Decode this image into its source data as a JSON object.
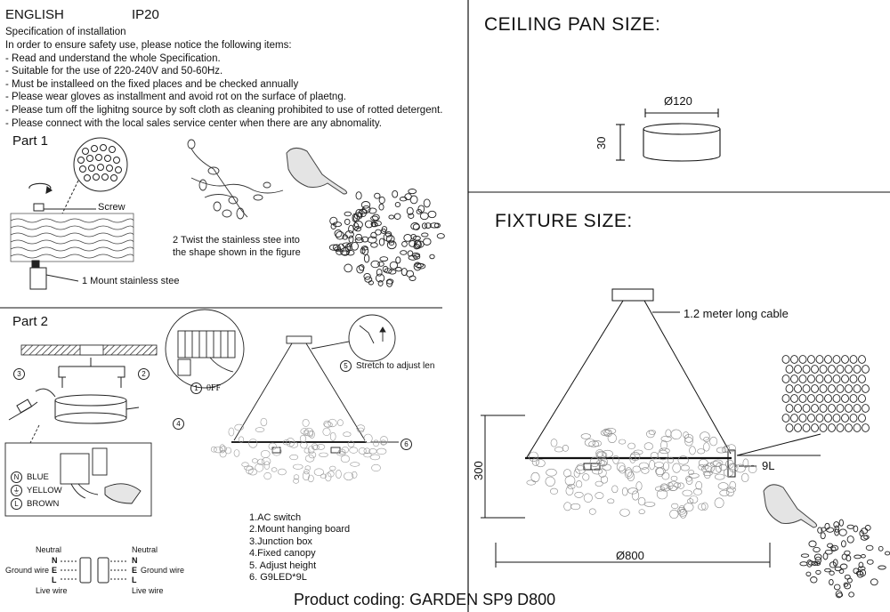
{
  "header": {
    "language": "ENGLISH",
    "ip_rating": "IP20"
  },
  "spec": {
    "title": "Specification of installation",
    "items": [
      "In order to ensure safety use, please notice the following items:",
      "- Read and understand the whole Specification.",
      "- Suitable for the use of 220-240V and 50-60Hz.",
      "- Must be installeed on the fixed places and be checked annually",
      "- Please wear gloves as installment and avoid rot on the surface of plaetng.",
      "- Please tum off the lighitng source by soft cloth as cleaning prohibited to use of rotted detergent.",
      "- Please connect with the local sales service center when there are any abnomality."
    ]
  },
  "part1": {
    "title": "Part 1",
    "screw": "Screw",
    "step2_line1": "2 Twist the stainless stee  into",
    "step2_line2": "the shape shown in the figure",
    "step1": "1 Mount stainless stee"
  },
  "part2": {
    "title": "Part 2",
    "off": "0FF",
    "stretch": "Stretch to adjust len",
    "callouts": [
      "1",
      "2",
      "3",
      "4",
      "5",
      "6"
    ],
    "legend": [
      "BLUE",
      "YELLOW",
      "BROWN"
    ],
    "legend_marks": [
      "N",
      "⏚",
      "L"
    ],
    "wiring": {
      "neutral": "Neutral",
      "ground": "Ground wire",
      "live": "Live wire",
      "letters": [
        "N",
        "E",
        "L"
      ]
    },
    "list": [
      "1.AC switch",
      "2.Mount hanging board",
      "3.Junction box",
      "4.Fixed canopy",
      "5. Adjust height",
      "6. G9LED*9L"
    ]
  },
  "ceiling": {
    "title": "CEILING PAN SIZE:",
    "diameter": "Ø120",
    "height": "30"
  },
  "fixture": {
    "title": "FIXTURE SIZE:",
    "cable": "1.2 meter long cable",
    "height": "300",
    "diameter": "Ø800",
    "bulbs": "9L"
  },
  "footer": {
    "product": "Product coding: GARDEN SP9 D800"
  }
}
